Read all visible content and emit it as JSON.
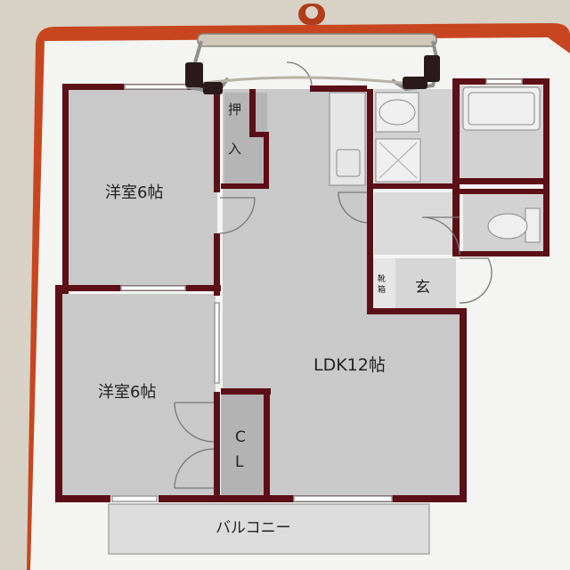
{
  "rooms": {
    "western_room_top": "洋室6帖",
    "western_room_bottom": "洋室6帖",
    "ldk": "LDK12帖",
    "oshiire_1": "押",
    "oshiire_2": "入",
    "entrance": "玄",
    "shoe_box_1": "靴",
    "shoe_box_2": "箱",
    "closet_1": "C",
    "closet_2": "L",
    "balcony": "バルコニー"
  }
}
